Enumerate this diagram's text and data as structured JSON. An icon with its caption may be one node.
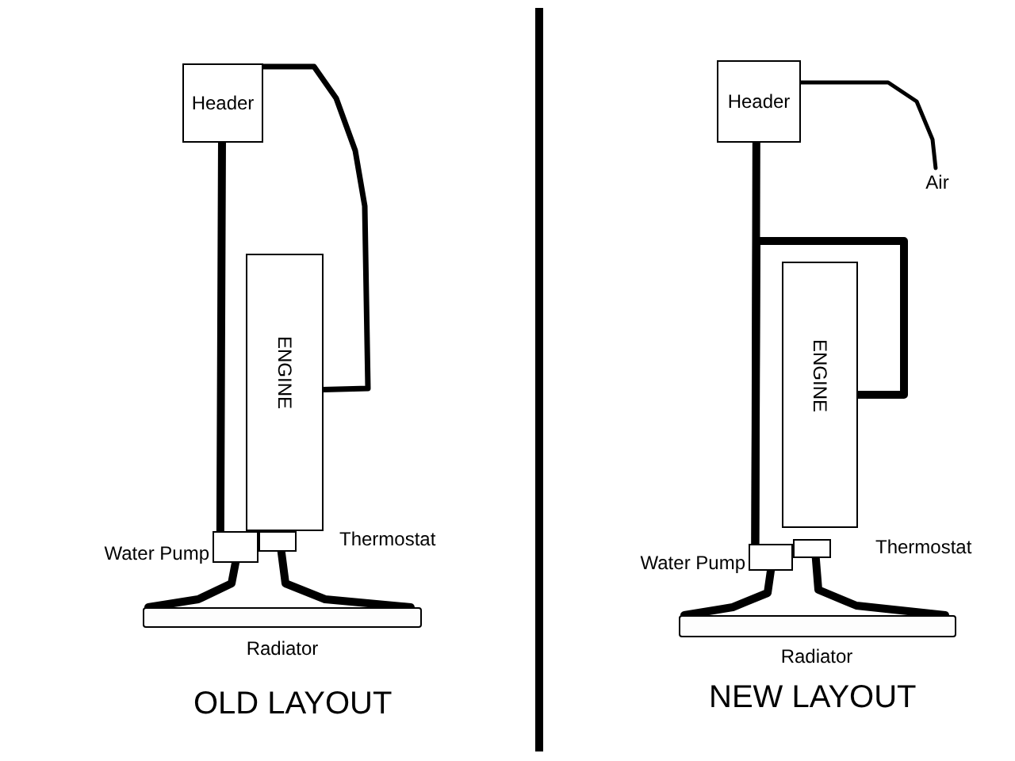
{
  "diagram": {
    "nodes": [
      {
        "text": [
          "Header"
        ]
      },
      {
        "text": [
          "ENGINE"
        ]
      },
      {
        "text": [],
        "shape": "box",
        "beside": [
          "Water Pump"
        ]
      },
      {
        "text": [],
        "shape": "box"
      },
      {
        "text": [],
        "shape": "bar",
        "beside": [
          "Radiator"
        ]
      },
      {
        "text": [
          "Header"
        ]
      },
      {
        "text": [
          "Air"
        ]
      },
      {
        "text": [
          "ENGINE"
        ]
      },
      {
        "text": [],
        "shape": "box",
        "beside": [
          "Water Pump"
        ]
      },
      {
        "text": [],
        "shape": "box"
      },
      {
        "text": [],
        "shape": "bar",
        "beside": [
          "Radiator"
        ]
      }
    ],
    "edges": [
      {
        "from": 0,
        "to": 2,
        "arrow": "none"
      },
      {
        "from": 0,
        "to": 1,
        "arrow": "none"
      },
      {
        "from": 2,
        "to": 4,
        "arrow": "none"
      },
      {
        "from": 3,
        "to": 4,
        "arrow": "none"
      },
      {
        "from": 5,
        "to": 6,
        "arrow": "none"
      },
      {
        "from": 5,
        "to": 8,
        "arrow": "none"
      },
      {
        "from": 7,
        "to": 8,
        "arrow": "none"
      },
      {
        "from": 8,
        "to": 10,
        "arrow": "none"
      },
      {
        "from": 9,
        "to": 10,
        "arrow": "none"
      }
    ],
    "labels": [
      "Thermostat",
      "Thermostat",
      "OLD LAYOUT",
      "NEW LAYOUT"
    ]
  }
}
